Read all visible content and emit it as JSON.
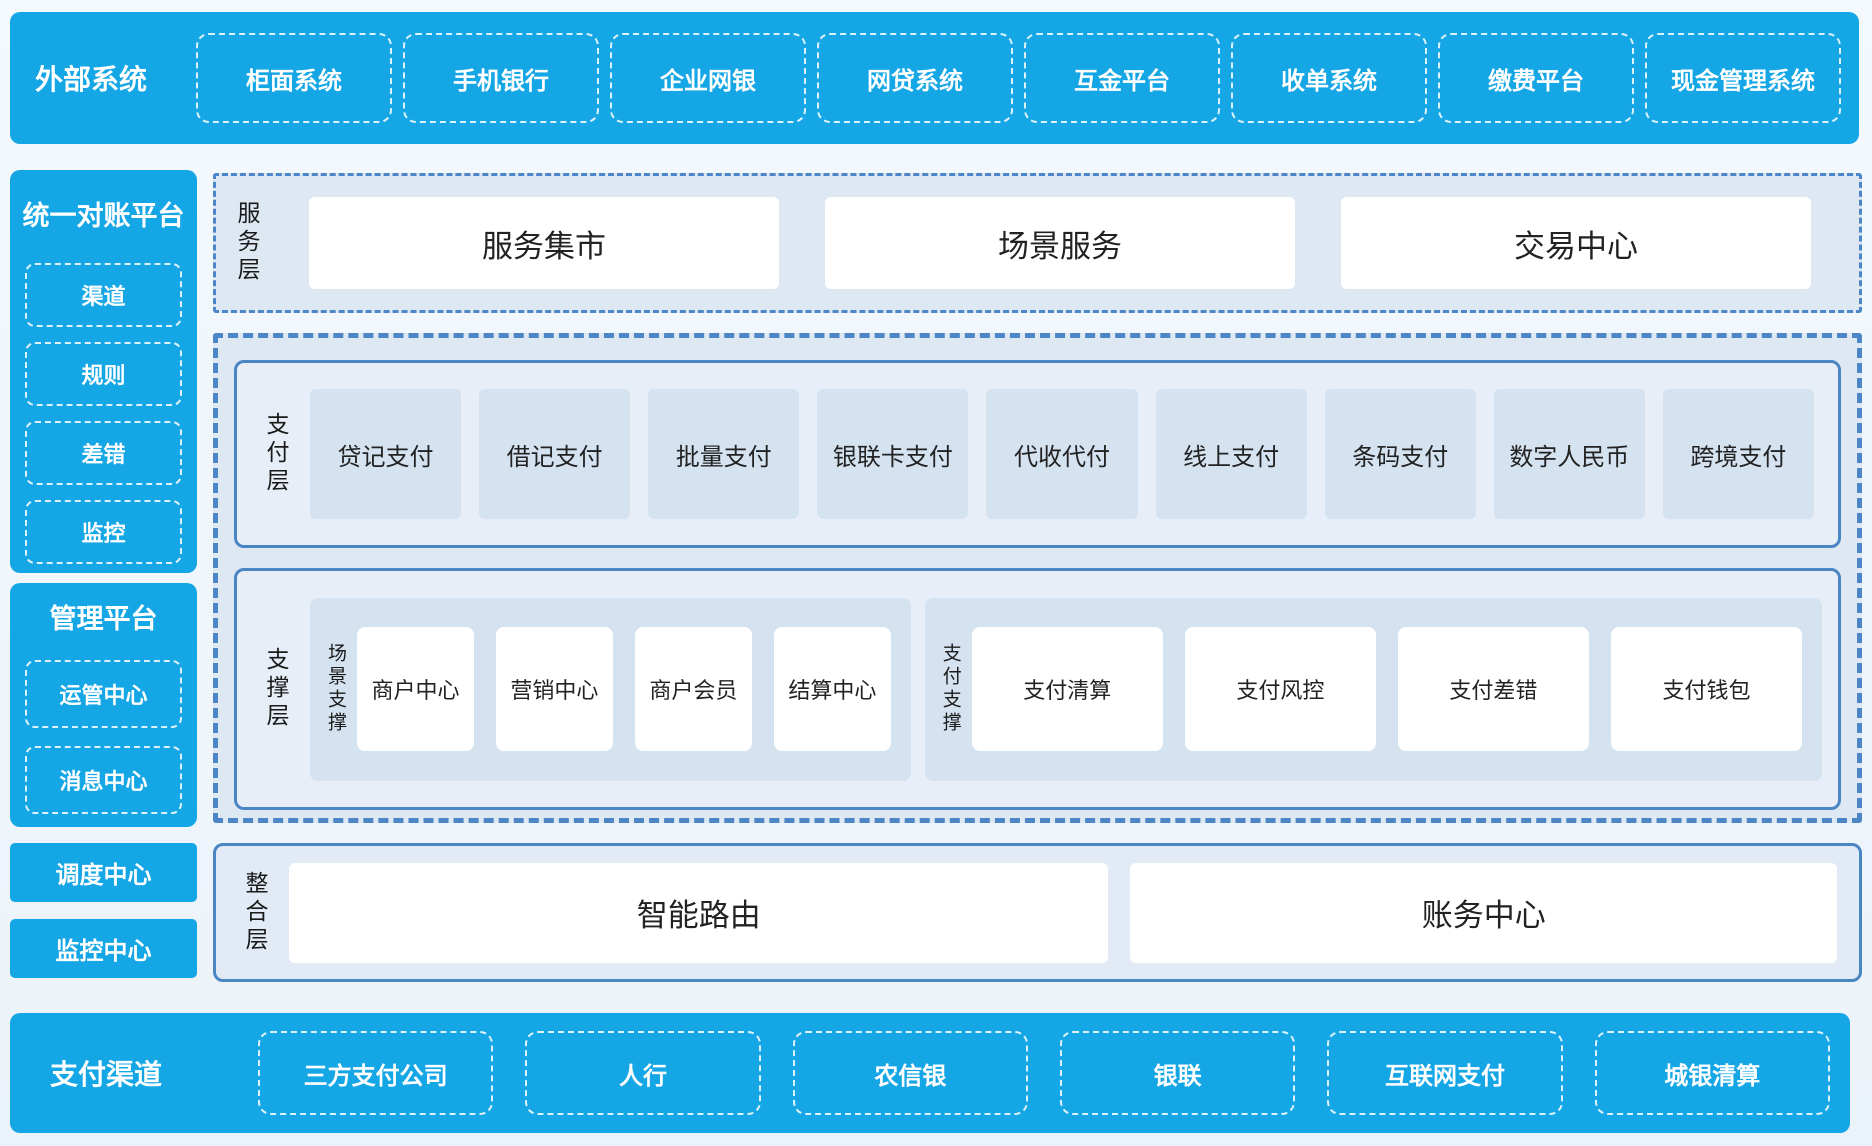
{
  "palette": {
    "accent_blue": "#15a6e5",
    "panel_light_blue": "#dde8f3",
    "tile_blue_gray": "#d5e2f0",
    "solid_border_blue": "#4a85c4",
    "dashed_border_blue": "#4c86c6",
    "white": "#ffffff",
    "text_dark": "#222222"
  },
  "top_bar": {
    "title": "外部系统",
    "items": [
      "柜面系统",
      "手机银行",
      "企业网银",
      "网贷系统",
      "互金平台",
      "收单系统",
      "缴费平台",
      "现金管理系统"
    ]
  },
  "sidebar": {
    "recon_panel": {
      "title": "统一对账平台",
      "items": [
        "渠道",
        "规则",
        "差错",
        "监控"
      ]
    },
    "mgmt_panel": {
      "title": "管理平台",
      "items": [
        "运管中心",
        "消息中心"
      ]
    },
    "solo_items": [
      "调度中心",
      "监控中心"
    ]
  },
  "service_layer": {
    "label": "服务层",
    "items": [
      "服务集市",
      "场景服务",
      "交易中心"
    ]
  },
  "payment_layer": {
    "label": "支付层",
    "items": [
      "贷记支付",
      "借记支付",
      "批量支付",
      "银联卡支付",
      "代收代付",
      "线上支付",
      "条码支付",
      "数字人民币",
      "跨境支付"
    ]
  },
  "support_layer": {
    "label": "支撑层",
    "groups": [
      {
        "label": "场景支撑",
        "items": [
          "商户中心",
          "营销中心",
          "商户会员",
          "结算中心"
        ]
      },
      {
        "label": "支付支撑",
        "items": [
          "支付清算",
          "支付风控",
          "支付差错",
          "支付钱包"
        ]
      }
    ]
  },
  "integration_layer": {
    "label": "整合层",
    "items": [
      "智能路由",
      "账务中心"
    ]
  },
  "bottom_bar": {
    "title": "支付渠道",
    "items": [
      "三方支付公司",
      "人行",
      "农信银",
      "银联",
      "互联网支付",
      "城银清算"
    ]
  }
}
